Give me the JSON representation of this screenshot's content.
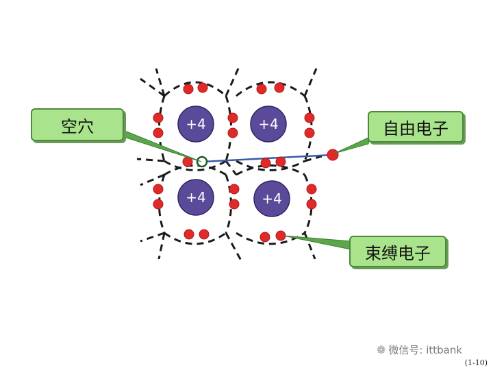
{
  "labels": {
    "hole": "空穴",
    "free_electron": "自由电子",
    "bound_electron": "束缚电子"
  },
  "nuclei": [
    "+4",
    "+4",
    "+4",
    "+4"
  ],
  "watermark": "微信号: ittbank",
  "figure_number": "(1-10)",
  "colors": {
    "electron": "#e02a2a",
    "nucleus": "#5b4a9a",
    "label_fill": "#a9e38c",
    "label_border": "#4a8a3a",
    "bond_line": "#3a5aa8"
  }
}
